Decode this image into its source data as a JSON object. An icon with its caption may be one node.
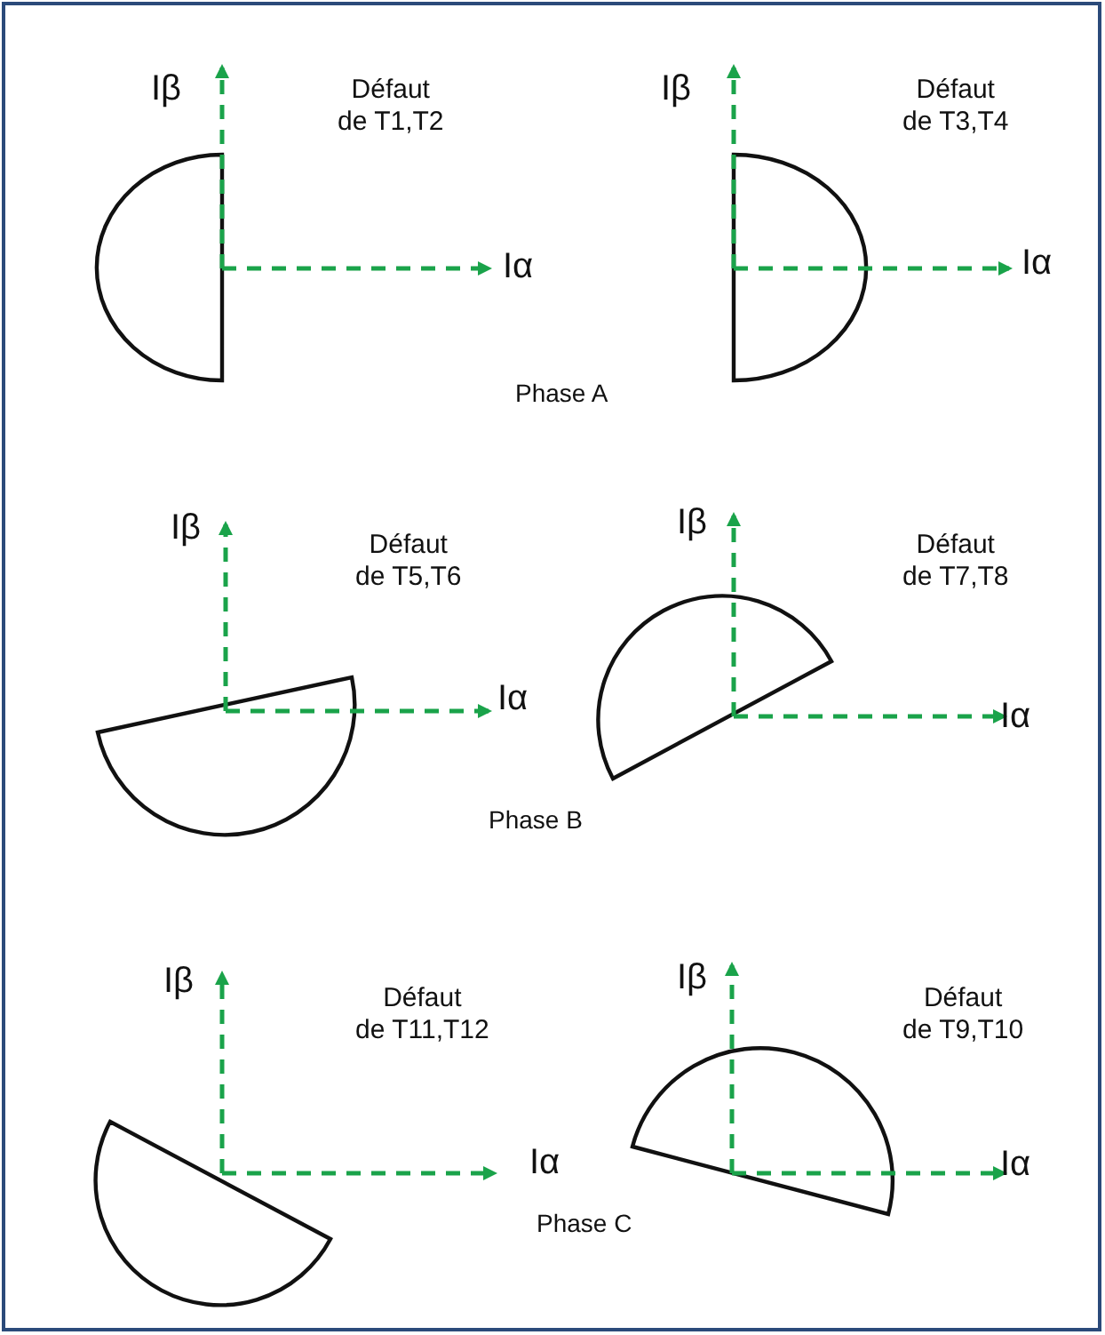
{
  "diagram": {
    "labels": [
      "Iβ",
      "Défaut de T1,T2",
      "Iβ",
      "Défaut de T3,T4",
      "Iα",
      "Iα",
      "Phase A",
      "Iβ",
      "Défaut de T5,T6",
      "Iβ",
      "Défaut de T7,T8",
      "Iα",
      "Iα",
      "Phase B",
      "Iβ",
      "Défaut de T11,T12",
      "Iβ",
      "Défaut de T9,T10",
      "Iα",
      "Iα",
      "Phase C"
    ]
  }
}
